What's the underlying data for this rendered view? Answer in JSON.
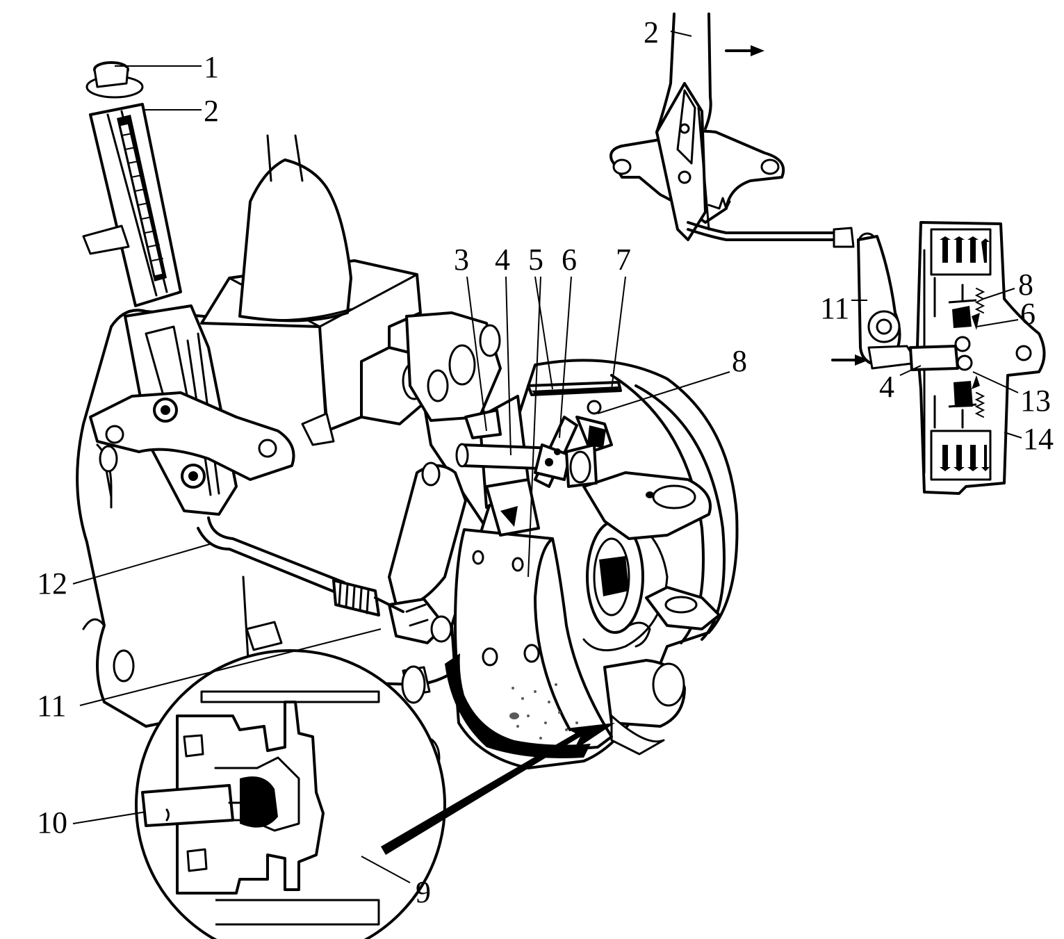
{
  "callouts": {
    "n1": "1",
    "n2_lever": "2",
    "n2_inset": "2",
    "n3": "3",
    "n4_main": "4",
    "n4_inset": "4",
    "n5": "5",
    "n6_main": "6",
    "n6_inset": "6",
    "n7": "7",
    "n8_main": "8",
    "n8_inset": "8",
    "n9": "9",
    "n10": "10",
    "n11_main": "11",
    "n11_inset": "11",
    "n12": "12",
    "n13": "13",
    "n14": "14"
  }
}
